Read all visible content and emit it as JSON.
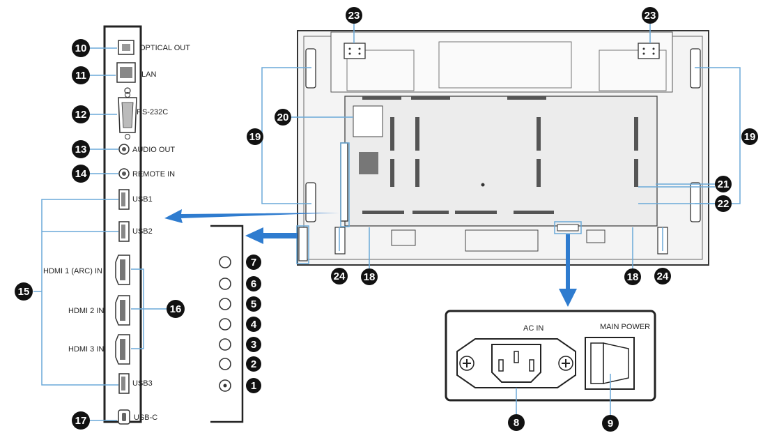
{
  "port_labels": {
    "optical_out": "OPTICAL OUT",
    "lan": "LAN",
    "rs232c": "RS-232C",
    "audio_out": "AUDIO OUT",
    "remote_in": "REMOTE IN",
    "usb1": "USB1",
    "usb2": "USB2",
    "hdmi1": "HDMI 1 (ARC) IN",
    "hdmi2": "HDMI 2 IN",
    "hdmi3": "HDMI 3 IN",
    "usb3": "USB3",
    "usbc": "USB-C"
  },
  "power_labels": {
    "ac_in": "AC IN",
    "main_power": "MAIN POWER"
  },
  "callouts": {
    "n1": "1",
    "n2": "2",
    "n3": "3",
    "n4": "4",
    "n5": "5",
    "n6": "6",
    "n7": "7",
    "n8": "8",
    "n9": "9",
    "n10": "10",
    "n11": "11",
    "n12": "12",
    "n13": "13",
    "n14": "14",
    "n15": "15",
    "n16": "16",
    "n17": "17",
    "n18": "18",
    "n19": "19",
    "n20": "20",
    "n21": "21",
    "n22": "22",
    "n23": "23",
    "n24": "24"
  },
  "colors": {
    "arrow": "#2f7ccf",
    "callout_line": "#6aa9d8",
    "outline": "#222222"
  }
}
